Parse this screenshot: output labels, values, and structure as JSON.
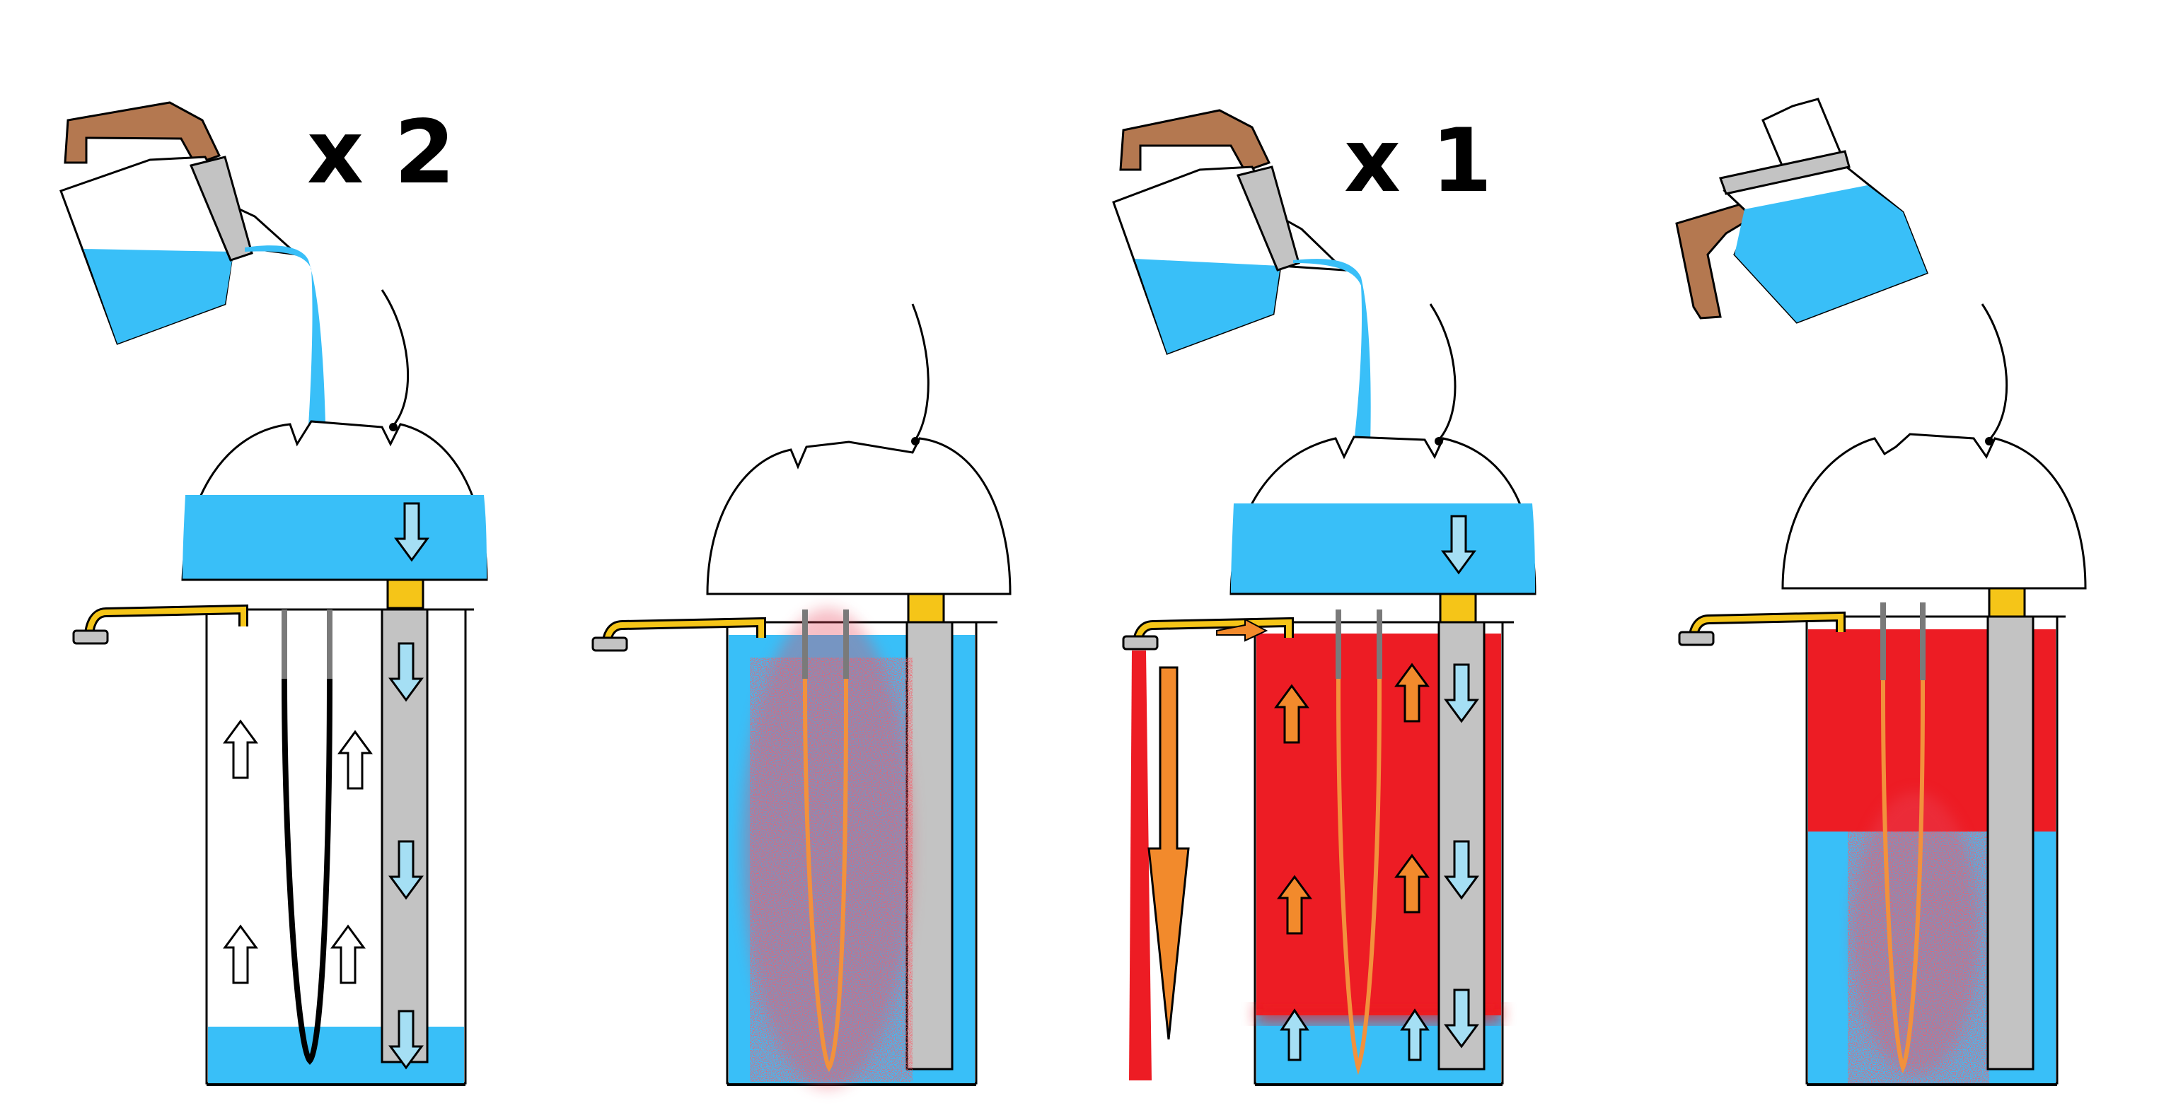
{
  "labels": {
    "panel1_multiplier": "x 2",
    "panel3_multiplier": "x 1"
  },
  "colors": {
    "water": "#39bff8",
    "hot_water": "#ed1c24",
    "heating_element": "#f2913c",
    "tube_gray": "#c3c3c3",
    "fitting_yellow": "#f5c518",
    "kettle_handle": "#b47850",
    "arrow_up_hot": "#f28a2c",
    "outline": "#000000"
  },
  "panels": [
    {
      "id": "panel-1",
      "stage": "filling",
      "jug": "pouring",
      "multiplier_label": "x 2"
    },
    {
      "id": "panel-2",
      "stage": "heating",
      "jug": "none"
    },
    {
      "id": "panel-3",
      "stage": "dispensing",
      "jug": "pouring",
      "multiplier_label": "x 1"
    },
    {
      "id": "panel-4",
      "stage": "refilled",
      "jug": "held-upright"
    }
  ]
}
